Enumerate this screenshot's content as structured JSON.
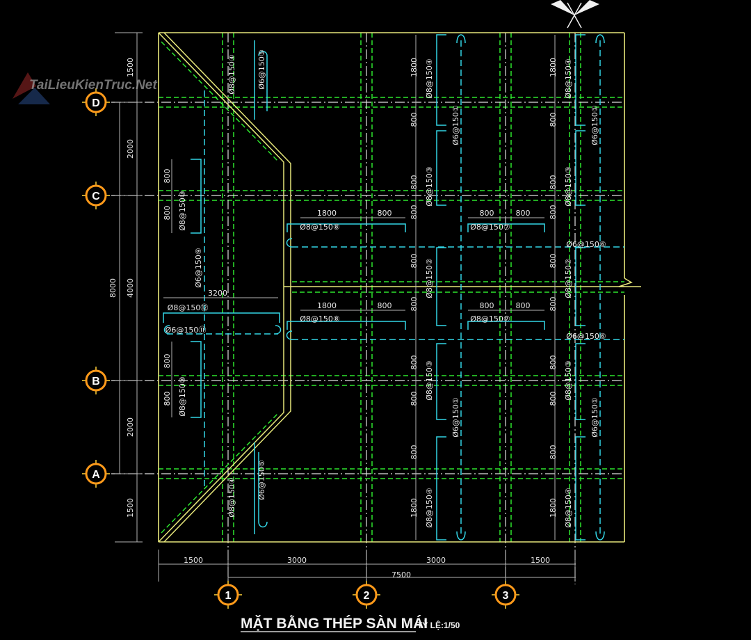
{
  "title": "MẶT BẰNG THÉP SÀN MÁI",
  "scale": "TỶ LỆ:1/50",
  "watermark": "TaiLieuKienTruc.Net",
  "colors": {
    "outline": "#e6e67a",
    "beam": "#2ee62e",
    "rebar": "#33d6e6",
    "axis": "#e0e0e0",
    "dim": "#b4b4b4",
    "bubble": "#ff9a1a"
  },
  "grid_rows": [
    "D",
    "C",
    "B",
    "A"
  ],
  "grid_cols": [
    "1",
    "2",
    "3"
  ],
  "labels": [
    "1500",
    "2000",
    "4000",
    "2000",
    "1500",
    "8000",
    "1500",
    "3000",
    "3000",
    "1500",
    "7500",
    "Ø8@150④",
    "Ø6@150⑤",
    "Ø8@150④",
    "Ø6@150⑤",
    "800",
    "800",
    "Ø8@150⑩",
    "Ø6@150⑨",
    "3200",
    "Ø8@150⑫",
    "Ø6@150⑪",
    "800",
    "800",
    "Ø8@150⑩",
    "1800",
    "800",
    "Ø8@150⑧",
    "1800",
    "800",
    "Ø8@150⑧",
    "800",
    "800",
    "Ø8@150⑦",
    "800",
    "800",
    "Ø8@150⑦",
    "Ø6@150⑥",
    "Ø6@150⑥",
    "1800",
    "Ø8@150④",
    "800",
    "Ø6@150①",
    "800",
    "Ø8@150③",
    "800",
    "800",
    "Ø8@150②",
    "800",
    "800",
    "Ø8@150③",
    "800",
    "Ø6@150①",
    "800",
    "1800",
    "Ø8@150④",
    "1800",
    "Ø8@150④",
    "800",
    "Ø6@150①",
    "800",
    "Ø8@150③",
    "800",
    "800",
    "Ø8@150②",
    "800",
    "800",
    "Ø8@150③",
    "800",
    "Ø6@150①",
    "800",
    "1800",
    "Ø8@150④"
  ]
}
